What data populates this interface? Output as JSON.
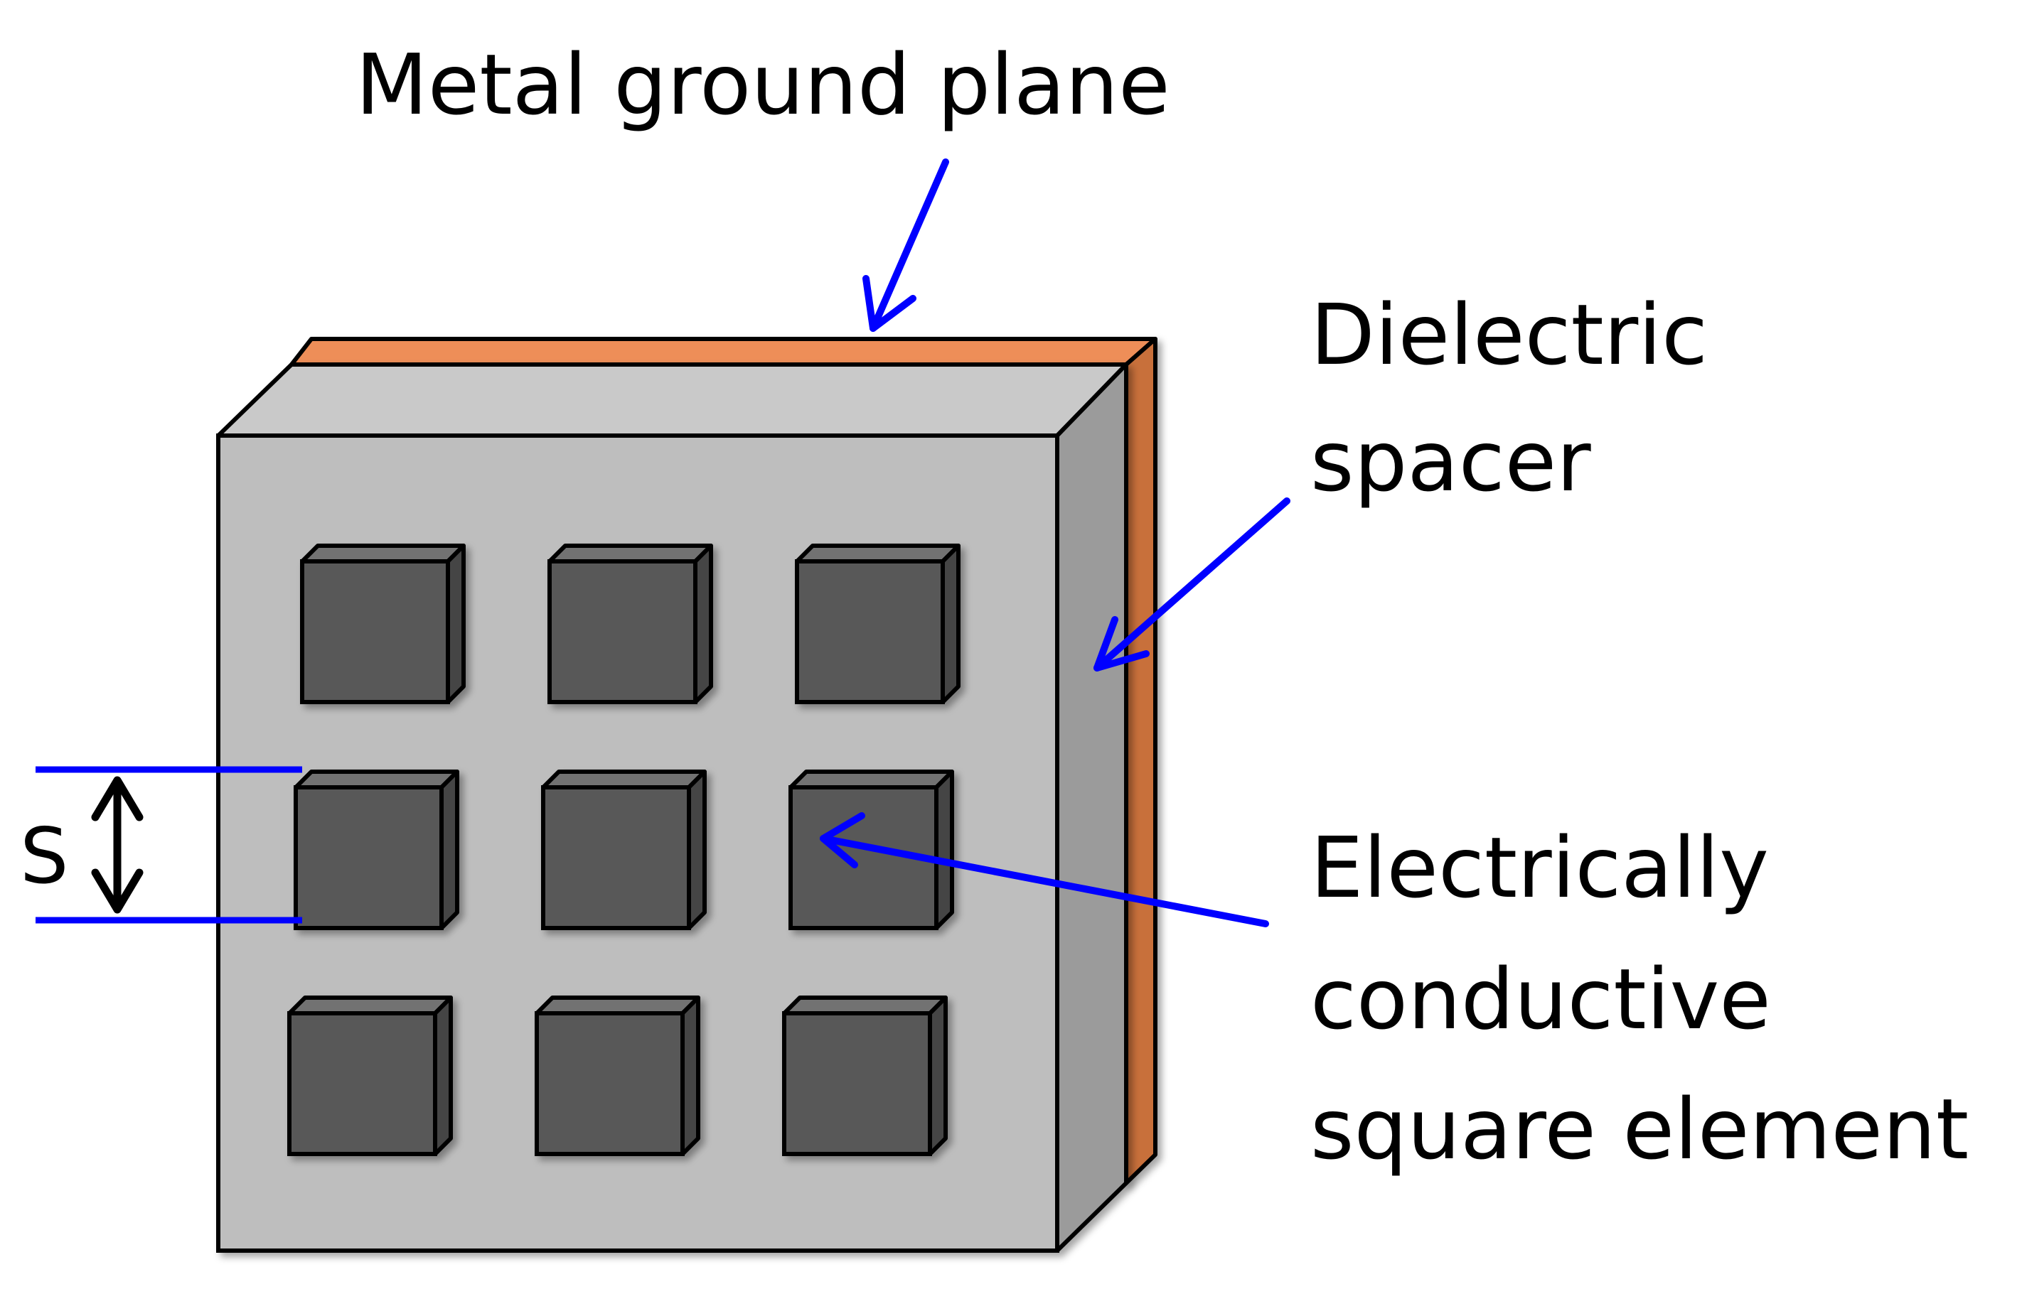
{
  "labels": {
    "ground_plane": "Metal ground plane",
    "dielectric_line1": "Dielectric",
    "dielectric_line2": "spacer",
    "element_line1": "Electrically",
    "element_line2": "conductive",
    "element_line3": "square element",
    "spacing": "S"
  },
  "colors": {
    "ground_plane": "#EE8E58",
    "ground_plane_side": "#C86F3A",
    "dielectric_front": "#BEBEBE",
    "dielectric_top": "#C9C9C9",
    "dielectric_side": "#9B9B9B",
    "square_front": "#595959",
    "square_top": "#727272",
    "square_side": "#444444",
    "arrow": "#0000FF",
    "outline": "#000000"
  },
  "elements": {
    "grid_rows": 3,
    "grid_cols": 3
  }
}
